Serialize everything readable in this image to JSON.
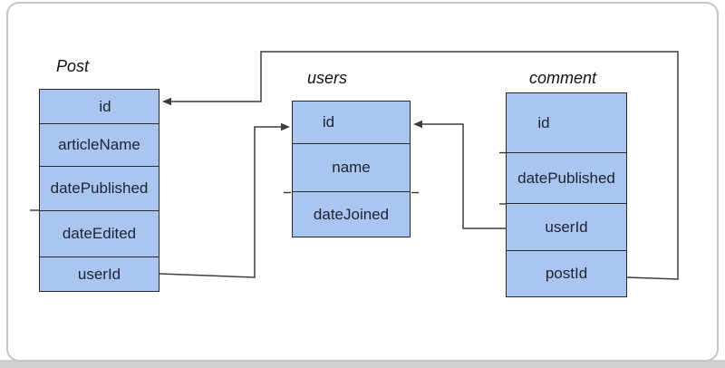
{
  "diagram": {
    "tables": [
      {
        "title": "Post",
        "rows": [
          "id",
          "articleName",
          "datePublished",
          "dateEdited",
          "userId"
        ]
      },
      {
        "title": "users",
        "rows": [
          "id",
          "name",
          "dateJoined"
        ]
      },
      {
        "title": "comment",
        "rows": [
          "id",
          "datePublished",
          "userId",
          "postId"
        ]
      }
    ],
    "relations": [
      {
        "from": "Post.userId",
        "to": "users.id"
      },
      {
        "from": "comment.userId",
        "to": "users.id"
      },
      {
        "from": "comment.postId",
        "to": "Post.id"
      }
    ],
    "colors": {
      "table_fill": "#a9c5f0",
      "table_border": "#2a2a2a",
      "connector": "#3d3d3d",
      "card_border": "#c6c6c6",
      "canvas_bg": "#ffffff",
      "page_bg": "#d0d0d0",
      "text": "#1c2433",
      "title_color": "#111111"
    }
  }
}
